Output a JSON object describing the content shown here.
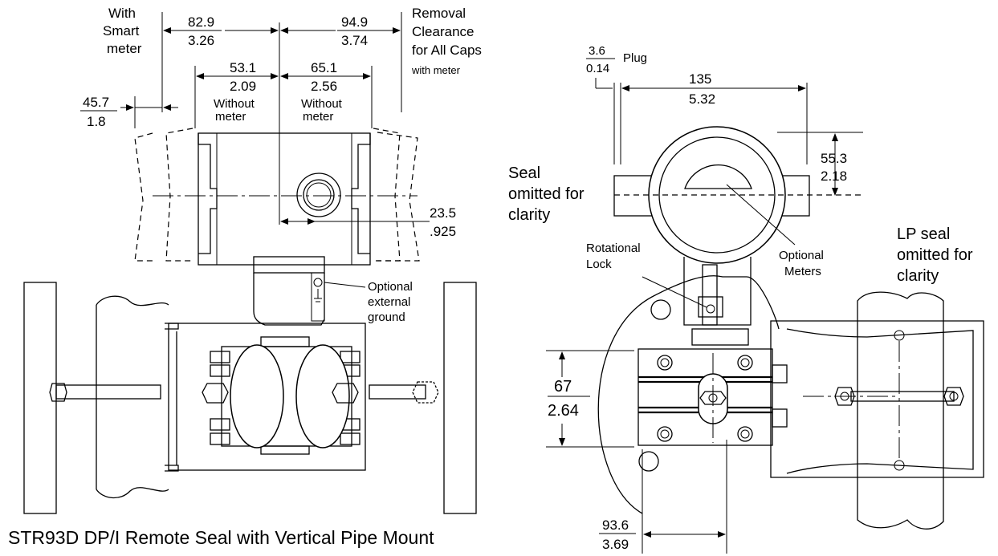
{
  "caption": "STR93D DP/I Remote Seal with Vertical Pipe Mount",
  "left_view": {
    "with_smart_meter": [
      "With",
      "Smart",
      "meter"
    ],
    "dim_82_9": {
      "mm": "82.9",
      "in": "3.26"
    },
    "dim_94_9": {
      "mm": "94.9",
      "in": "3.74"
    },
    "removal_clearance": [
      "Removal",
      "Clearance",
      "for All Caps"
    ],
    "with_meter": "with meter",
    "dim_53_1": {
      "mm": "53.1",
      "in": "2.09"
    },
    "dim_65_1": {
      "mm": "65.1",
      "in": "2.56"
    },
    "without_meter": [
      "Without",
      "meter"
    ],
    "dim_45_7": {
      "mm": "45.7",
      "in": "1.8"
    },
    "dim_23_5": {
      "mm": "23.5",
      "in": ".925"
    },
    "optional_external_ground": [
      "Optional",
      "external",
      "ground"
    ]
  },
  "right_view": {
    "dim_3_6": {
      "mm": "3.6",
      "in": "0.14"
    },
    "plug": "Plug",
    "dim_135": {
      "mm": "135",
      "in": "5.32"
    },
    "dim_55_3": {
      "mm": "55.3",
      "in": "2.18"
    },
    "seal_omitted": [
      "Seal",
      "omitted for",
      "clarity"
    ],
    "rotational_lock": [
      "Rotational",
      "Lock"
    ],
    "optional_meters": [
      "Optional",
      "Meters"
    ],
    "lp_seal_omitted": [
      "LP seal",
      "omitted for",
      "clarity"
    ],
    "dim_67": {
      "mm": "67",
      "in": "2.64"
    },
    "dim_93_6": {
      "mm": "93.6",
      "in": "3.69"
    }
  }
}
